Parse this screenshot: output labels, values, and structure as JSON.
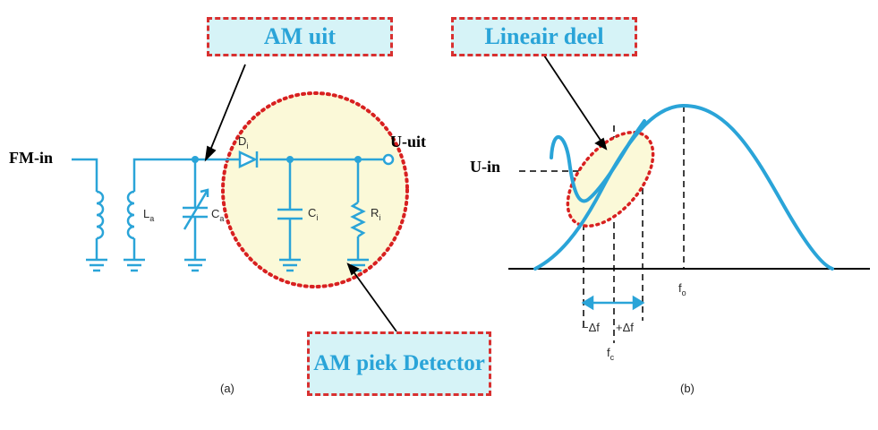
{
  "callouts": {
    "am_uit": "AM uit",
    "lineair_deel": "Lineair deel",
    "am_piek_detector": "AM piek Detector"
  },
  "labels": {
    "fm_in": "FM-in",
    "u_uit": "U-uit",
    "u_in": "U-in"
  },
  "circuit_symbols": {
    "la": "L",
    "la_sub": "a",
    "ca": "C",
    "ca_sub": "a",
    "di": "D",
    "di_sub": "i",
    "ci": "C",
    "ci_sub": "i",
    "ri": "R",
    "ri_sub": "i"
  },
  "graph_labels": {
    "fo": "f",
    "fo_sub": "o",
    "fc": "f",
    "fc_sub": "c",
    "minus_df": "−Δf",
    "plus_df": "+Δf"
  },
  "captions": {
    "a": "(a)",
    "b": "(b)"
  },
  "colors": {
    "circuit": "#2aa4d8",
    "highlight_fill": "#fbf9d8",
    "dotted_border": "#d82020",
    "callout_bg": "#d6f3f7",
    "callout_text": "#2aa4d8"
  }
}
